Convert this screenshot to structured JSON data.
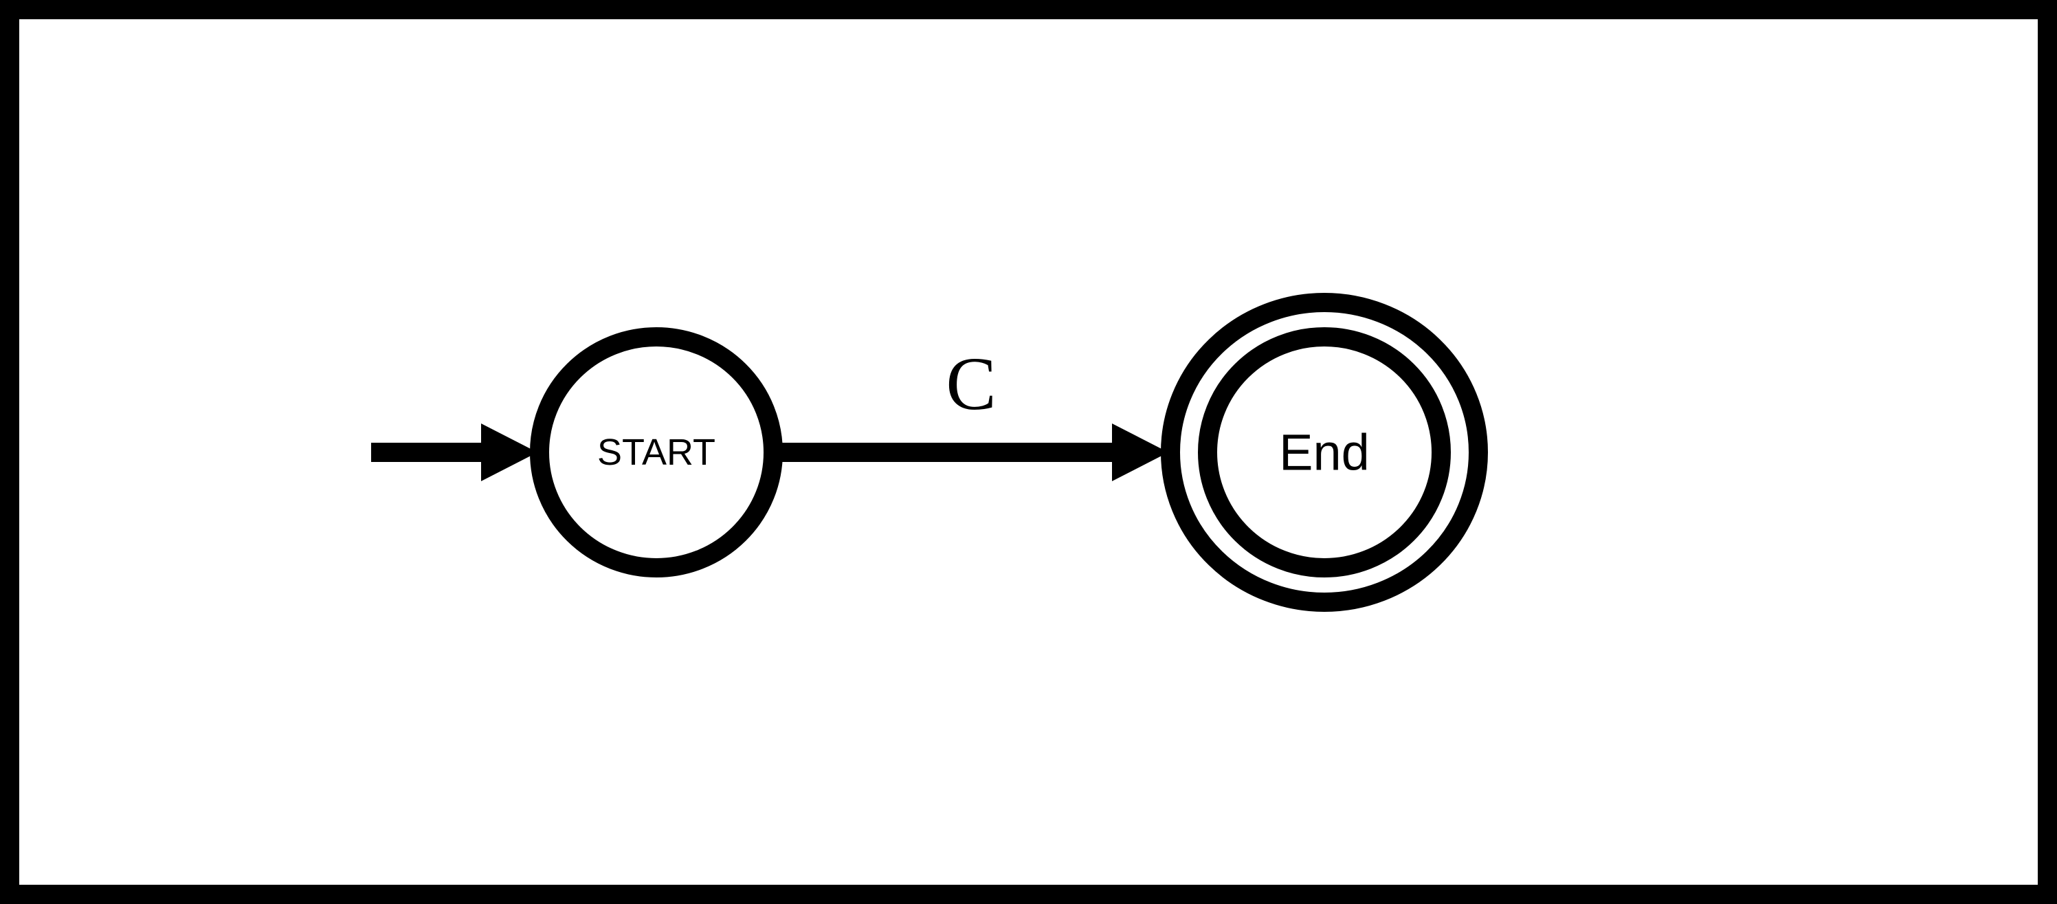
{
  "diagram": {
    "type": "finite-state-automaton",
    "colors": {
      "stroke": "#000000",
      "background": "#ffffff"
    },
    "states": [
      {
        "id": "start",
        "label": "START",
        "initial": true,
        "accepting": false
      },
      {
        "id": "end",
        "label": "End",
        "initial": false,
        "accepting": true
      }
    ],
    "transitions": [
      {
        "from": "start",
        "to": "end",
        "label": "C"
      }
    ]
  }
}
